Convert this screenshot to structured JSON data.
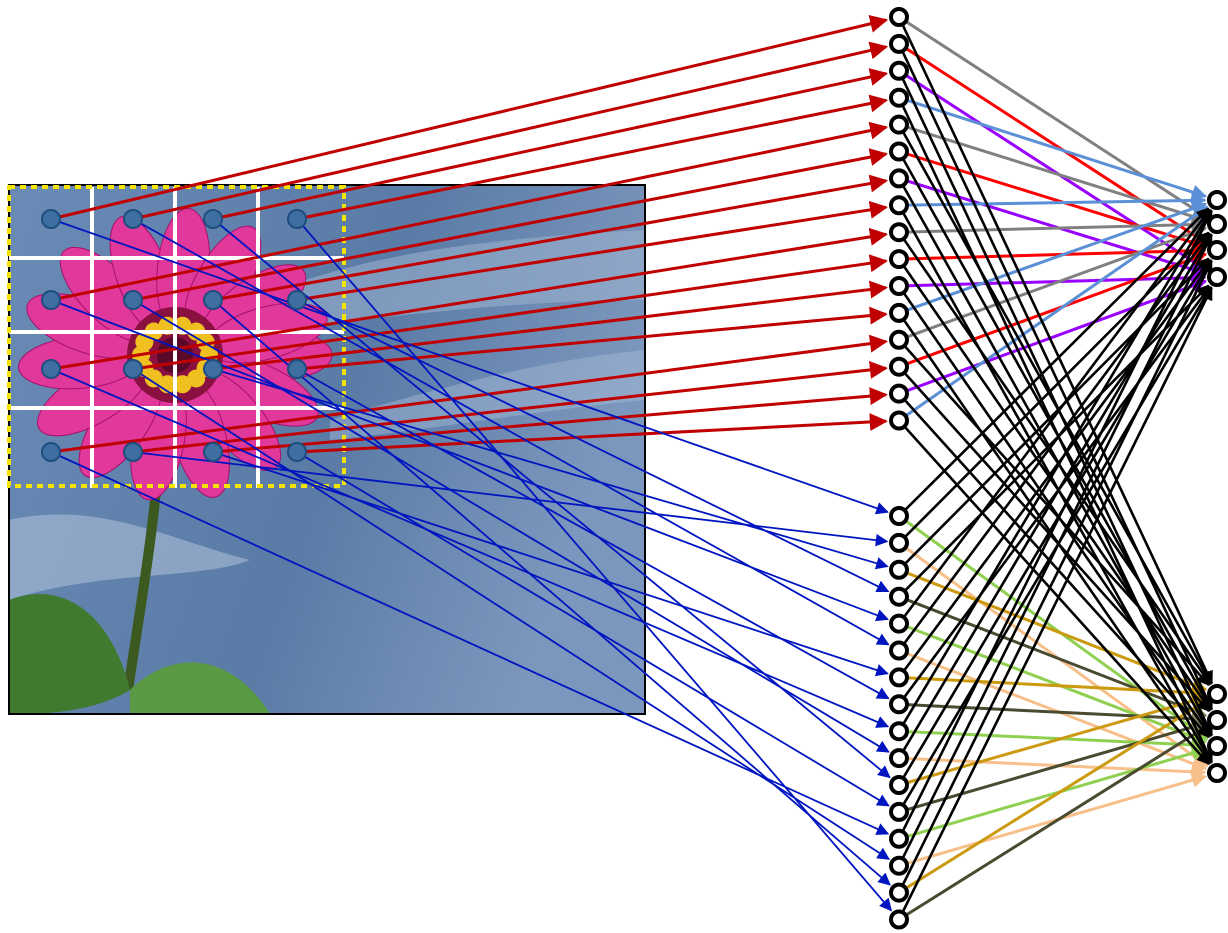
{
  "image": {
    "subject": "pink-flower-against-sky",
    "sky_color": "#5a7ba6",
    "petal_color": "#e0399b",
    "center_color": "#f0c020",
    "stem_color": "#3c5a20",
    "leaf_color": "#4e8a3a"
  },
  "patch": {
    "grid_rows": 4,
    "grid_cols": 4,
    "border_color": "#f5e400",
    "grid_line_color": "#ffffff",
    "point_color": "#3f6fa0"
  },
  "layers": {
    "top_hidden_group": {
      "count": 16,
      "input_edge_color": "#c00000"
    },
    "bottom_hidden_group": {
      "count": 16,
      "input_edge_color": "#0015c0"
    },
    "top_output_group": {
      "count": 4
    },
    "bottom_output_group": {
      "count": 4
    }
  },
  "edge_colors": {
    "top_to_top_output": [
      "#808080",
      "#ff0000",
      "#9900ff",
      "#5b8fd6"
    ],
    "bottom_to_bottom_output": [
      "#8fd050",
      "#f7c08a",
      "#cc9a10",
      "#4a4a30"
    ],
    "cross_connections": "#000000"
  },
  "caption_fragment": {
    "text": "",
    "color": "#d40000"
  }
}
